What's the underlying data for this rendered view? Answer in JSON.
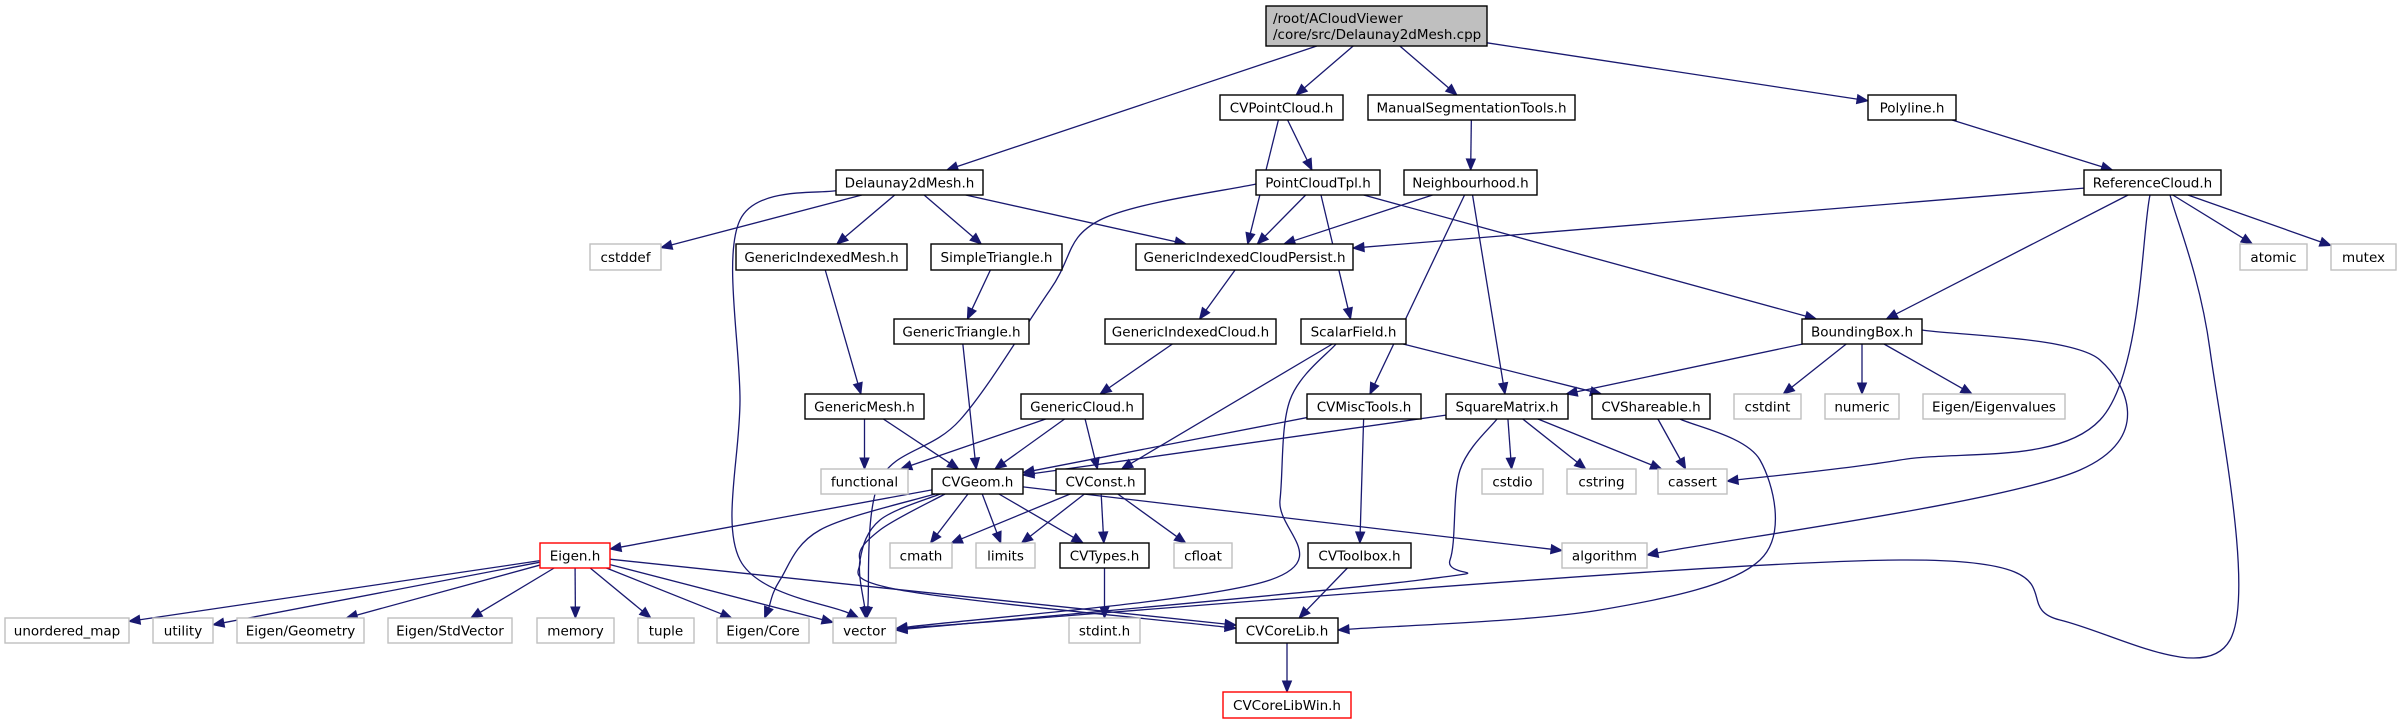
{
  "title": "/root/ACloudViewer/core/src/Delaunay2dMesh.cpp",
  "colors": {
    "edge": "#191970",
    "root_fill": "#bfbfbf",
    "internal_border": "#000000",
    "external_border": "#bfbfbf",
    "missing_border": "#ff0000"
  },
  "nodes": [
    {
      "id": "root",
      "lines": [
        "/root/ACloudViewer",
        "/core/src/Delaunay2dMesh.cpp"
      ],
      "kind": "root"
    },
    {
      "id": "CVPointCloud",
      "lines": [
        "CVPointCloud.h"
      ],
      "kind": "internal"
    },
    {
      "id": "ManualSegmentationTools",
      "lines": [
        "ManualSegmentationTools.h"
      ],
      "kind": "internal"
    },
    {
      "id": "Polyline",
      "lines": [
        "Polyline.h"
      ],
      "kind": "internal"
    },
    {
      "id": "Delaunay2dMesh",
      "lines": [
        "Delaunay2dMesh.h"
      ],
      "kind": "internal"
    },
    {
      "id": "PointCloudTpl",
      "lines": [
        "PointCloudTpl.h"
      ],
      "kind": "internal"
    },
    {
      "id": "Neighbourhood",
      "lines": [
        "Neighbourhood.h"
      ],
      "kind": "internal"
    },
    {
      "id": "ReferenceCloud",
      "lines": [
        "ReferenceCloud.h"
      ],
      "kind": "internal"
    },
    {
      "id": "cstddef",
      "lines": [
        "cstddef"
      ],
      "kind": "external"
    },
    {
      "id": "GenericIndexedMesh",
      "lines": [
        "GenericIndexedMesh.h"
      ],
      "kind": "internal"
    },
    {
      "id": "SimpleTriangle",
      "lines": [
        "SimpleTriangle.h"
      ],
      "kind": "internal"
    },
    {
      "id": "GenericIndexedCloudPersist",
      "lines": [
        "GenericIndexedCloudPersist.h"
      ],
      "kind": "internal"
    },
    {
      "id": "atomic",
      "lines": [
        "atomic"
      ],
      "kind": "external"
    },
    {
      "id": "mutex",
      "lines": [
        "mutex"
      ],
      "kind": "external"
    },
    {
      "id": "GenericTriangle",
      "lines": [
        "GenericTriangle.h"
      ],
      "kind": "internal"
    },
    {
      "id": "GenericIndexedCloud",
      "lines": [
        "GenericIndexedCloud.h"
      ],
      "kind": "internal"
    },
    {
      "id": "ScalarField",
      "lines": [
        "ScalarField.h"
      ],
      "kind": "internal"
    },
    {
      "id": "BoundingBox",
      "lines": [
        "BoundingBox.h"
      ],
      "kind": "internal"
    },
    {
      "id": "GenericMesh",
      "lines": [
        "GenericMesh.h"
      ],
      "kind": "internal"
    },
    {
      "id": "GenericCloud",
      "lines": [
        "GenericCloud.h"
      ],
      "kind": "internal"
    },
    {
      "id": "CVMiscTools",
      "lines": [
        "CVMiscTools.h"
      ],
      "kind": "internal"
    },
    {
      "id": "SquareMatrix",
      "lines": [
        "SquareMatrix.h"
      ],
      "kind": "internal"
    },
    {
      "id": "CVShareable",
      "lines": [
        "CVShareable.h"
      ],
      "kind": "internal"
    },
    {
      "id": "cstdint",
      "lines": [
        "cstdint"
      ],
      "kind": "external"
    },
    {
      "id": "numeric",
      "lines": [
        "numeric"
      ],
      "kind": "external"
    },
    {
      "id": "EigenEigenvalues",
      "lines": [
        "Eigen/Eigenvalues"
      ],
      "kind": "external"
    },
    {
      "id": "functional",
      "lines": [
        "functional"
      ],
      "kind": "external"
    },
    {
      "id": "CVGeom",
      "lines": [
        "CVGeom.h"
      ],
      "kind": "internal"
    },
    {
      "id": "CVConst",
      "lines": [
        "CVConst.h"
      ],
      "kind": "internal"
    },
    {
      "id": "cstdio",
      "lines": [
        "cstdio"
      ],
      "kind": "external"
    },
    {
      "id": "cstring",
      "lines": [
        "cstring"
      ],
      "kind": "external"
    },
    {
      "id": "cassert",
      "lines": [
        "cassert"
      ],
      "kind": "external"
    },
    {
      "id": "Eigen",
      "lines": [
        "Eigen.h"
      ],
      "kind": "missing"
    },
    {
      "id": "cmath",
      "lines": [
        "cmath"
      ],
      "kind": "external"
    },
    {
      "id": "limits",
      "lines": [
        "limits"
      ],
      "kind": "external"
    },
    {
      "id": "CVTypes",
      "lines": [
        "CVTypes.h"
      ],
      "kind": "internal"
    },
    {
      "id": "cfloat",
      "lines": [
        "cfloat"
      ],
      "kind": "external"
    },
    {
      "id": "CVToolbox",
      "lines": [
        "CVToolbox.h"
      ],
      "kind": "internal"
    },
    {
      "id": "algorithm",
      "lines": [
        "algorithm"
      ],
      "kind": "external"
    },
    {
      "id": "unordered_map",
      "lines": [
        "unordered_map"
      ],
      "kind": "external"
    },
    {
      "id": "utility",
      "lines": [
        "utility"
      ],
      "kind": "external"
    },
    {
      "id": "EigenGeometry",
      "lines": [
        "Eigen/Geometry"
      ],
      "kind": "external"
    },
    {
      "id": "EigenStdVector",
      "lines": [
        "Eigen/StdVector"
      ],
      "kind": "external"
    },
    {
      "id": "memory",
      "lines": [
        "memory"
      ],
      "kind": "external"
    },
    {
      "id": "tuple",
      "lines": [
        "tuple"
      ],
      "kind": "external"
    },
    {
      "id": "EigenCore",
      "lines": [
        "Eigen/Core"
      ],
      "kind": "external"
    },
    {
      "id": "vector",
      "lines": [
        "vector"
      ],
      "kind": "external"
    },
    {
      "id": "stdint",
      "lines": [
        "stdint.h"
      ],
      "kind": "external"
    },
    {
      "id": "CVCoreLib",
      "lines": [
        "CVCoreLib.h"
      ],
      "kind": "internal"
    },
    {
      "id": "CVCoreLibWin",
      "lines": [
        "CVCoreLibWin.h"
      ],
      "kind": "missing"
    }
  ],
  "edges": [
    [
      "root",
      "Delaunay2dMesh"
    ],
    [
      "root",
      "CVPointCloud"
    ],
    [
      "root",
      "ManualSegmentationTools"
    ],
    [
      "root",
      "Polyline"
    ],
    [
      "CVPointCloud",
      "PointCloudTpl"
    ],
    [
      "CVPointCloud",
      "GenericIndexedCloudPersist"
    ],
    [
      "ManualSegmentationTools",
      "Neighbourhood"
    ],
    [
      "Polyline",
      "ReferenceCloud"
    ],
    [
      "Delaunay2dMesh",
      "cstddef"
    ],
    [
      "Delaunay2dMesh",
      "GenericIndexedMesh"
    ],
    [
      "Delaunay2dMesh",
      "SimpleTriangle"
    ],
    [
      "Delaunay2dMesh",
      "GenericIndexedCloudPersist"
    ],
    [
      "Delaunay2dMesh",
      "vector"
    ],
    [
      "PointCloudTpl",
      "GenericIndexedCloudPersist"
    ],
    [
      "PointCloudTpl",
      "ScalarField"
    ],
    [
      "PointCloudTpl",
      "BoundingBox"
    ],
    [
      "PointCloudTpl",
      "vector"
    ],
    [
      "Neighbourhood",
      "GenericIndexedCloudPersist"
    ],
    [
      "Neighbourhood",
      "CVMiscTools"
    ],
    [
      "Neighbourhood",
      "SquareMatrix"
    ],
    [
      "ReferenceCloud",
      "GenericIndexedCloudPersist"
    ],
    [
      "ReferenceCloud",
      "BoundingBox"
    ],
    [
      "ReferenceCloud",
      "atomic"
    ],
    [
      "ReferenceCloud",
      "mutex"
    ],
    [
      "ReferenceCloud",
      "cassert"
    ],
    [
      "ReferenceCloud",
      "vector"
    ],
    [
      "GenericIndexedMesh",
      "GenericMesh"
    ],
    [
      "SimpleTriangle",
      "GenericTriangle"
    ],
    [
      "GenericIndexedCloudPersist",
      "GenericIndexedCloud"
    ],
    [
      "GenericTriangle",
      "CVGeom"
    ],
    [
      "GenericIndexedCloud",
      "GenericCloud"
    ],
    [
      "ScalarField",
      "CVConst"
    ],
    [
      "ScalarField",
      "CVShareable"
    ],
    [
      "ScalarField",
      "vector"
    ],
    [
      "BoundingBox",
      "SquareMatrix"
    ],
    [
      "BoundingBox",
      "cstdint"
    ],
    [
      "BoundingBox",
      "numeric"
    ],
    [
      "BoundingBox",
      "EigenEigenvalues"
    ],
    [
      "BoundingBox",
      "algorithm"
    ],
    [
      "GenericMesh",
      "functional"
    ],
    [
      "GenericMesh",
      "CVGeom"
    ],
    [
      "GenericCloud",
      "functional"
    ],
    [
      "GenericCloud",
      "CVGeom"
    ],
    [
      "GenericCloud",
      "CVConst"
    ],
    [
      "CVMiscTools",
      "CVGeom"
    ],
    [
      "CVMiscTools",
      "CVToolbox"
    ],
    [
      "SquareMatrix",
      "CVGeom"
    ],
    [
      "SquareMatrix",
      "cstdio"
    ],
    [
      "SquareMatrix",
      "cstring"
    ],
    [
      "SquareMatrix",
      "cassert"
    ],
    [
      "SquareMatrix",
      "vector"
    ],
    [
      "CVShareable",
      "cassert"
    ],
    [
      "CVShareable",
      "CVCoreLib"
    ],
    [
      "CVGeom",
      "Eigen"
    ],
    [
      "CVGeom",
      "cmath"
    ],
    [
      "CVGeom",
      "limits"
    ],
    [
      "CVGeom",
      "CVTypes"
    ],
    [
      "CVGeom",
      "algorithm"
    ],
    [
      "CVGeom",
      "EigenCore"
    ],
    [
      "CVGeom",
      "vector"
    ],
    [
      "CVGeom",
      "CVCoreLib"
    ],
    [
      "CVConst",
      "cmath"
    ],
    [
      "CVConst",
      "limits"
    ],
    [
      "CVConst",
      "CVTypes"
    ],
    [
      "CVConst",
      "cfloat"
    ],
    [
      "CVTypes",
      "stdint"
    ],
    [
      "CVToolbox",
      "CVCoreLib"
    ],
    [
      "Eigen",
      "unordered_map"
    ],
    [
      "Eigen",
      "utility"
    ],
    [
      "Eigen",
      "EigenGeometry"
    ],
    [
      "Eigen",
      "EigenStdVector"
    ],
    [
      "Eigen",
      "memory"
    ],
    [
      "Eigen",
      "tuple"
    ],
    [
      "Eigen",
      "EigenCore"
    ],
    [
      "Eigen",
      "vector"
    ],
    [
      "Eigen",
      "CVCoreLib"
    ],
    [
      "CVCoreLib",
      "CVCoreLibWin"
    ]
  ]
}
